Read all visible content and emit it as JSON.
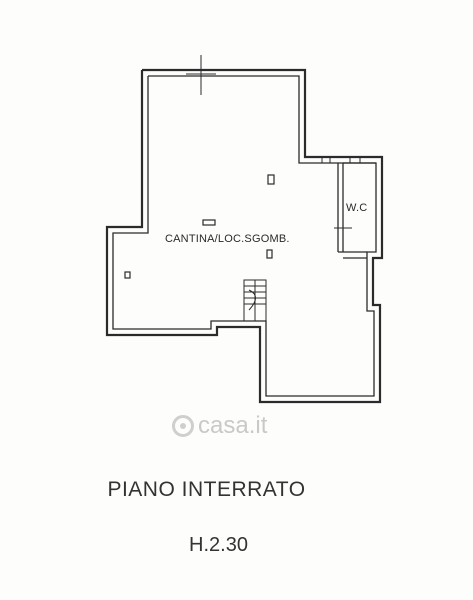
{
  "rooms": {
    "cantina": "CANTINA/LOC.SGOMB.",
    "wc": "W.C"
  },
  "caption": {
    "floor": "PIANO INTERRATO",
    "height": "H.2.30"
  },
  "watermark": {
    "text": "casa.it"
  },
  "colors": {
    "wall": "#2b2b2b",
    "paper": "#fdfdfc",
    "watermark": "#c9c9c9"
  }
}
